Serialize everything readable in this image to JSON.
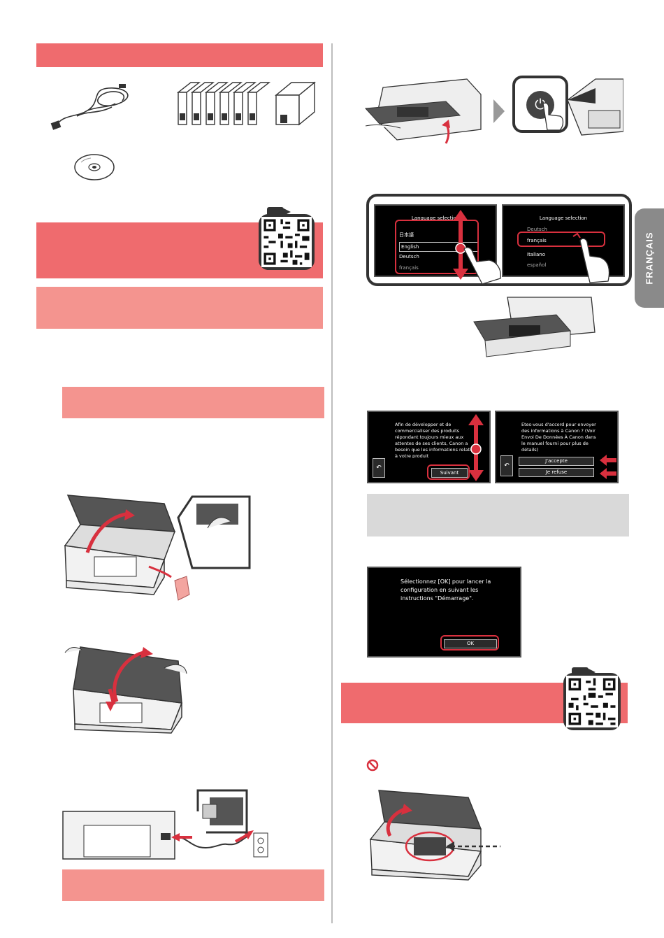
{
  "side_tab": {
    "label": "FRANÇAIS"
  },
  "language_screen_left": {
    "title": "Language selection",
    "items": [
      "日本語",
      "English",
      "Deutsch",
      "français"
    ]
  },
  "language_screen_right": {
    "title": "Language selection",
    "items": [
      "Deutsch",
      "français",
      "Italiano",
      "español"
    ]
  },
  "consent_screen_left": {
    "text": "Afin de développer et de commercialiser des produits répondant toujours mieux aux attentes de ses clients, Canon a besoin que les informations relatives à votre produit",
    "next_button": "Suivant"
  },
  "consent_screen_right": {
    "text": "Etes-vous d'accord pour envoyer des informations à Canon ? (Voir Envoi De Données À Canon dans le manuel fourni pour plus de détails)",
    "accept_button": "J'accepte",
    "refuse_button": "Je refuse"
  },
  "start_screen": {
    "text": "Sélectionnez [OK] pour lancer la configuration en suivant les instructions \"Démarrage\".",
    "ok_button": "OK"
  },
  "colors": {
    "red_bar": "#ef6b6e",
    "pink_bar": "#f4948f",
    "grey_bar": "#d9d9d9",
    "highlight": "#d8303e"
  }
}
